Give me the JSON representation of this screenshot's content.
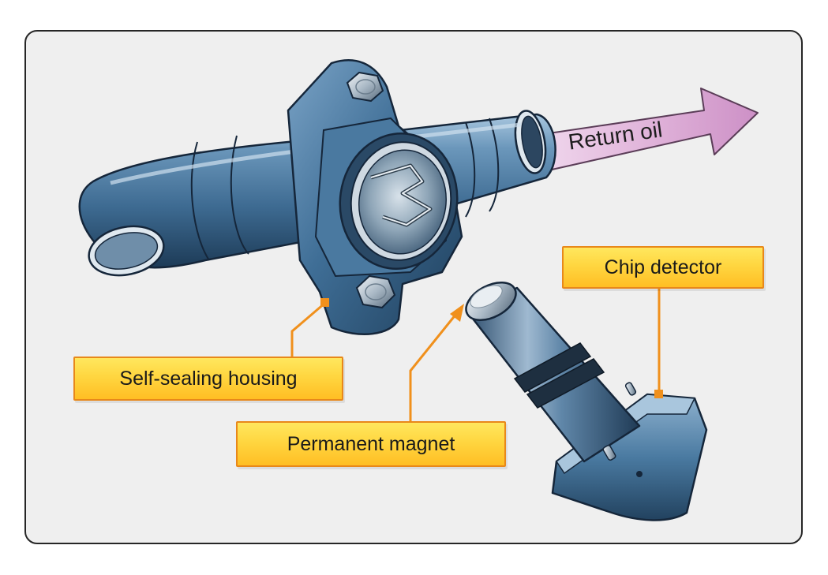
{
  "labels": {
    "return_oil": "Return oil",
    "chip_detector": "Chip detector",
    "self_sealing_housing": "Self-sealing housing",
    "permanent_magnet": "Permanent magnet"
  },
  "colors": {
    "panel_background": "#efefef",
    "panel_border": "#262626",
    "part_blue": "#3f6e96",
    "part_highlight": "#9ec0dc",
    "part_shadow": "#1f3f5c",
    "arrow_pink": "#d79fd1",
    "label_fill": "#ffd640",
    "label_border": "#e8881a",
    "leader_line": "#f0901c"
  }
}
